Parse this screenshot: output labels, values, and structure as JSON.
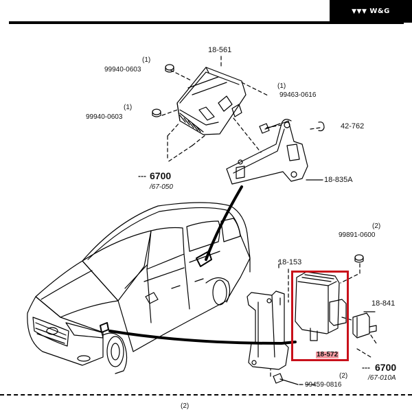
{
  "brand": {
    "text": "W&G",
    "icon": "wg-logo-icon"
  },
  "labels": {
    "p18_561": "18-561",
    "p99940_a_qty": "(1)",
    "p99940_a": "99940-0603",
    "p99940_b_qty": "(1)",
    "p99940_b": "99940-0603",
    "p99463_qty": "(1)",
    "p99463": "99463-0616",
    "p42_762": "42-762",
    "p18_835a": "18-835A",
    "ref6700_top": "6700",
    "ref6700_top_sub": "/67-050",
    "p99891_qty": "(2)",
    "p99891": "99891-0600",
    "p18_153": "18-153",
    "p18_841": "18-841",
    "p18_572": "18-572",
    "ref6700_bot": "6700",
    "ref6700_bot_sub": "/67-010A",
    "p99459_qty": "(2)",
    "p99459": "99459-0816",
    "bottom_qty": "(2)"
  },
  "colors": {
    "highlight_box": "#c8101a",
    "highlight_fill": "#f39aa1"
  }
}
